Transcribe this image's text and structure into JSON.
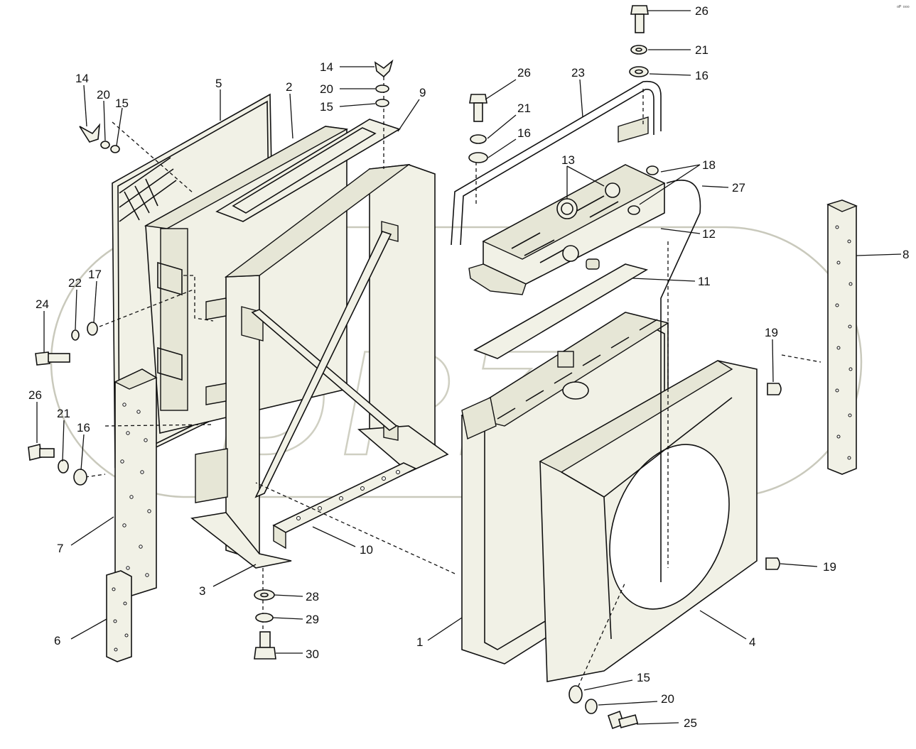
{
  "diagram": {
    "watermark": "DRZ",
    "corner_mark": "ᵒᴾ ᵒᵒᵒ",
    "callouts": [
      {
        "id": "26a",
        "text": "26"
      },
      {
        "id": "21a",
        "text": "21"
      },
      {
        "id": "16a",
        "text": "16"
      },
      {
        "id": "14a",
        "text": "14"
      },
      {
        "id": "20a",
        "text": "20"
      },
      {
        "id": "15a",
        "text": "15"
      },
      {
        "id": "9",
        "text": "9"
      },
      {
        "id": "26b",
        "text": "26"
      },
      {
        "id": "23",
        "text": "23"
      },
      {
        "id": "21b",
        "text": "21"
      },
      {
        "id": "16b",
        "text": "16"
      },
      {
        "id": "14b",
        "text": "14"
      },
      {
        "id": "20b",
        "text": "20"
      },
      {
        "id": "15b",
        "text": "15"
      },
      {
        "id": "5",
        "text": "5"
      },
      {
        "id": "2",
        "text": "2"
      },
      {
        "id": "13",
        "text": "13"
      },
      {
        "id": "18",
        "text": "18"
      },
      {
        "id": "27",
        "text": "27"
      },
      {
        "id": "12",
        "text": "12"
      },
      {
        "id": "8",
        "text": "8"
      },
      {
        "id": "11",
        "text": "11"
      },
      {
        "id": "22",
        "text": "22"
      },
      {
        "id": "17",
        "text": "17"
      },
      {
        "id": "24",
        "text": "24"
      },
      {
        "id": "19a",
        "text": "19"
      },
      {
        "id": "26c",
        "text": "26"
      },
      {
        "id": "21c",
        "text": "21"
      },
      {
        "id": "16c",
        "text": "16"
      },
      {
        "id": "10",
        "text": "10"
      },
      {
        "id": "7",
        "text": "7"
      },
      {
        "id": "19b",
        "text": "19"
      },
      {
        "id": "28",
        "text": "28"
      },
      {
        "id": "3",
        "text": "3"
      },
      {
        "id": "29",
        "text": "29"
      },
      {
        "id": "6",
        "text": "6"
      },
      {
        "id": "1",
        "text": "1"
      },
      {
        "id": "4",
        "text": "4"
      },
      {
        "id": "30",
        "text": "30"
      },
      {
        "id": "15c",
        "text": "15"
      },
      {
        "id": "20c",
        "text": "20"
      },
      {
        "id": "25",
        "text": "25"
      }
    ]
  }
}
